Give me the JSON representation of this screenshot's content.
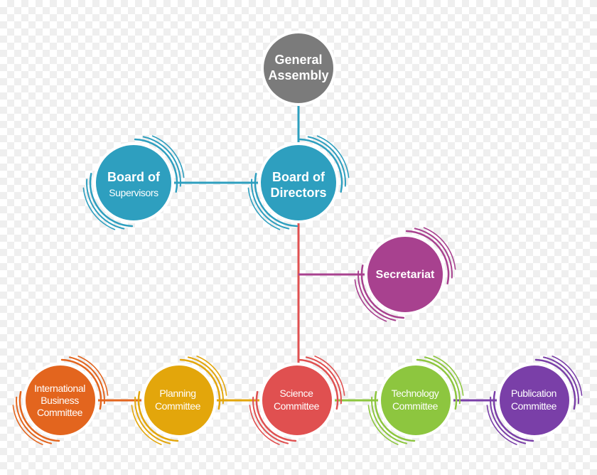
{
  "nodes": {
    "general_assembly": {
      "lines": [
        "General",
        "Assembly"
      ],
      "color": "#7b7b7b"
    },
    "board_of_supervisors": {
      "lines": [
        "Board of",
        "Supervisors"
      ],
      "color": "#2e9fbf"
    },
    "board_of_directors": {
      "lines": [
        "Board of",
        "Directors"
      ],
      "color": "#2e9fbf"
    },
    "secretariat": {
      "lines": [
        "Secretariat"
      ],
      "color": "#a8418f"
    },
    "international_business_committee": {
      "lines": [
        "International",
        "Business",
        "Committee"
      ],
      "color": "#e3651e"
    },
    "planning_committee": {
      "lines": [
        "Planning",
        "Committee"
      ],
      "color": "#e3a60b"
    },
    "science_committee": {
      "lines": [
        "Science",
        "Committee"
      ],
      "color": "#e05050"
    },
    "technology_committee": {
      "lines": [
        "Technology",
        "Committee"
      ],
      "color": "#8dc63f"
    },
    "publication_committee": {
      "lines": [
        "Publication",
        "Committee"
      ],
      "color": "#7a3fa8"
    }
  },
  "connector_colors": {
    "assembly_to_directors": "#2e9fbf",
    "supervisors_to_directors": "#2e9fbf",
    "directors_to_science": "#e05050",
    "to_secretariat": "#a8418f",
    "international_to_planning": "#e3651e",
    "planning_to_science": "#e3a60b",
    "science_to_technology": "#8dc63f",
    "technology_to_publication": "#7a3fa8"
  }
}
